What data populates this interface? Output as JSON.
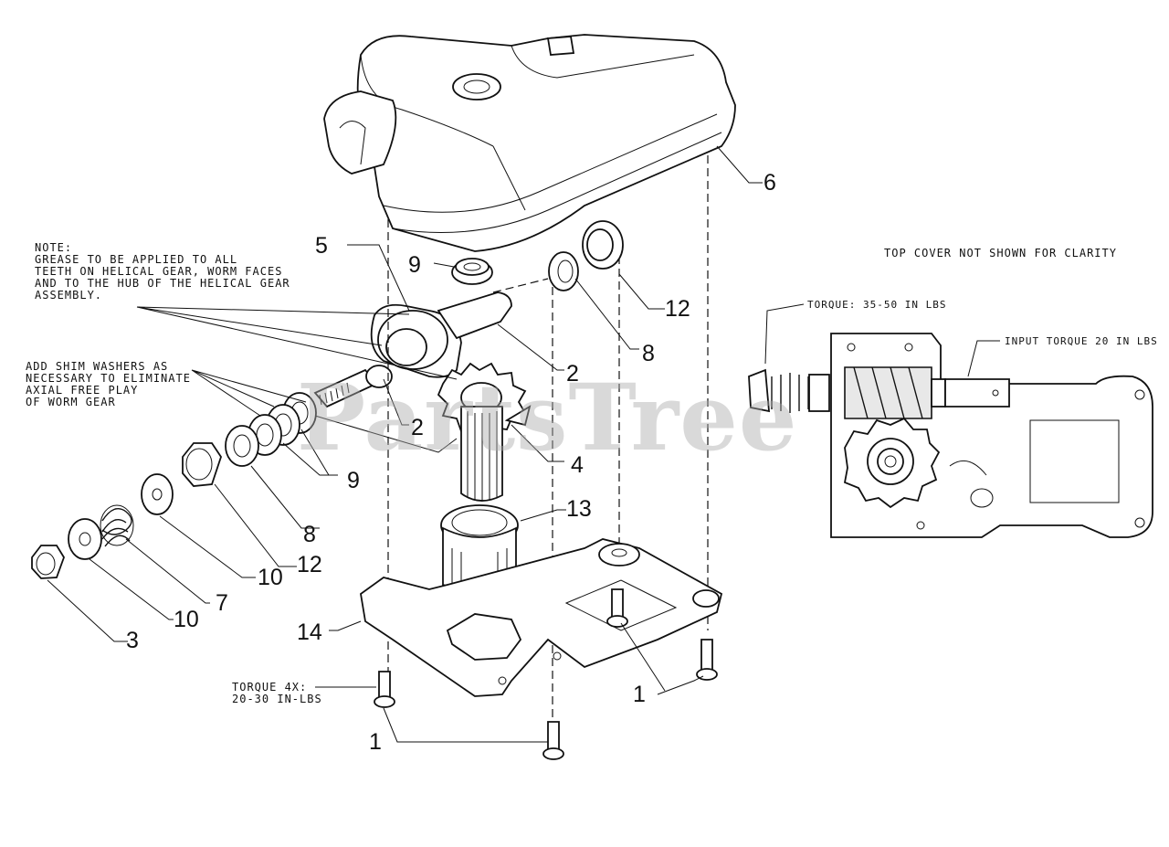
{
  "notes": {
    "grease": "NOTE:\nGREASE TO BE APPLIED TO ALL\nTEETH ON HELICAL GEAR, WORM FACES\nAND TO THE HUB OF THE HELICAL GEAR\nASSEMBLY.",
    "shim": "ADD SHIM WASHERS AS\nNECESSARY TO ELIMINATE\nAXIAL FREE PLAY\nOF WORM GEAR",
    "top_cover": "TOP COVER NOT SHOWN FOR CLARITY",
    "torque_worm": "TORQUE: 35-50 IN LBS",
    "torque_input": "INPUT TORQUE 20 IN LBS",
    "torque_bolts": "TORQUE 4X:\n20-30 IN-LBS"
  },
  "watermark": "PartsTree",
  "callouts": {
    "c1a": "1",
    "c1b": "1",
    "c2a": "2",
    "c2b": "2",
    "c3": "3",
    "c4": "4",
    "c5": "5",
    "c6": "6",
    "c7": "7",
    "c8a": "8",
    "c8b": "8",
    "c9a": "9",
    "c9b": "9",
    "c10a": "10",
    "c10b": "10",
    "c12a": "12",
    "c12b": "12",
    "c13": "13",
    "c14": "14"
  }
}
